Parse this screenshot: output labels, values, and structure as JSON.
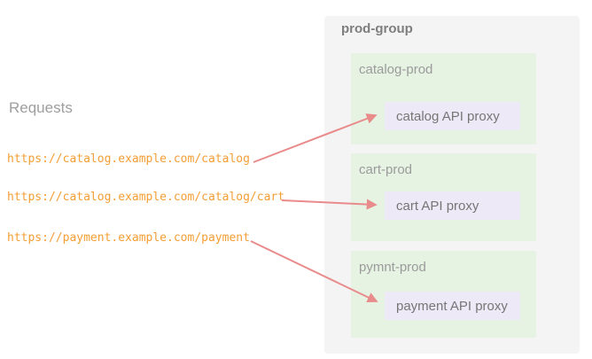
{
  "requests": {
    "heading": "Requests",
    "urls": [
      "https://catalog.example.com/catalog",
      "https://catalog.example.com/catalog/cart",
      "https://payment.example.com/payment"
    ]
  },
  "group": {
    "label": "prod-group",
    "environments": [
      {
        "name": "catalog-prod",
        "proxy": "catalog API proxy"
      },
      {
        "name": "cart-prod",
        "proxy": "cart API proxy"
      },
      {
        "name": "pymnt-prod",
        "proxy": "payment API proxy"
      }
    ]
  },
  "routing": [
    {
      "request": "https://catalog.example.com/catalog",
      "environment": "catalog-prod",
      "target_proxy": "catalog API proxy"
    },
    {
      "request": "https://catalog.example.com/catalog/cart",
      "environment": "cart-prod",
      "target_proxy": "cart API proxy"
    },
    {
      "request": "https://payment.example.com/payment",
      "environment": "pymnt-prod",
      "target_proxy": "payment API proxy"
    }
  ],
  "colors": {
    "url_text": "#f49e35",
    "arrow": "#e98b8b",
    "group_panel_bg": "#f4f4f5",
    "environment_bg": "#e6f2e2",
    "proxy_bg": "#eee9f6",
    "requests_heading_text": "#9e9e9e",
    "group_label_text": "#7e7e7e",
    "environment_label_text": "#9b9b9b",
    "proxy_label_text": "#767676"
  }
}
